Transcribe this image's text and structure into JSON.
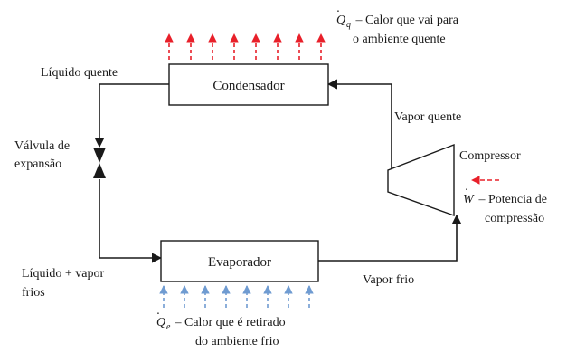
{
  "colors": {
    "line": "#1a1a1a",
    "heat_out": "#e8202a",
    "heat_in": "#6f9bd1",
    "work_in": "#e8202a",
    "box_fill": "#ffffff"
  },
  "components": {
    "condenser": "Condensador",
    "evaporator": "Evaporador",
    "compressor": "Compressor",
    "valve": "Válvula de expansão"
  },
  "valve_label": {
    "line1": "Válvula de",
    "line2": "expansão"
  },
  "states": {
    "hot_liquid": "Líquido quente",
    "hot_vapor": "Vapor quente",
    "cold_vapor": "Vapor frio",
    "cold_mixture_line1": "Líquido + vapor",
    "cold_mixture_line2": "frios"
  },
  "heat_out": {
    "symbol": "Q",
    "subscript": "q",
    "text_line1": " – Calor que vai para",
    "text_line2": "o ambiente quente"
  },
  "heat_in": {
    "symbol": "Q",
    "subscript": "e",
    "text_line1": " – Calor que é retirado",
    "text_line2": "do ambiente frio"
  },
  "work": {
    "symbol": "W",
    "text_line1": " – Potencia de",
    "text_line2": "compressão"
  }
}
